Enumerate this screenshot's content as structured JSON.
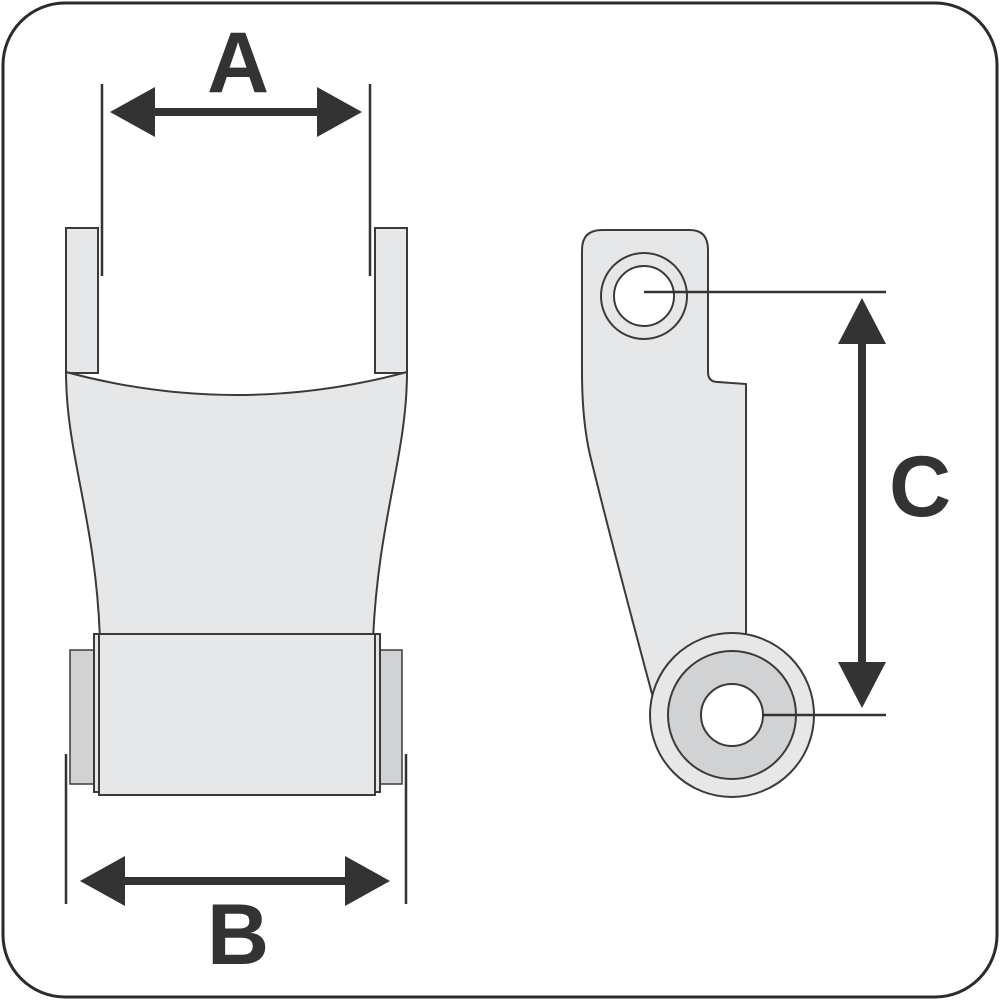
{
  "labels": {
    "a": "A",
    "b": "B",
    "c": "C"
  },
  "colors": {
    "background": "#ffffff",
    "frame_stroke": "#2b2b2b",
    "part_fill": "#e6e7e8",
    "bushing_fill": "#d1d2d4",
    "outline": "#3a3a3a",
    "dimension": "#333333",
    "hole_fill": "#ffffff"
  }
}
